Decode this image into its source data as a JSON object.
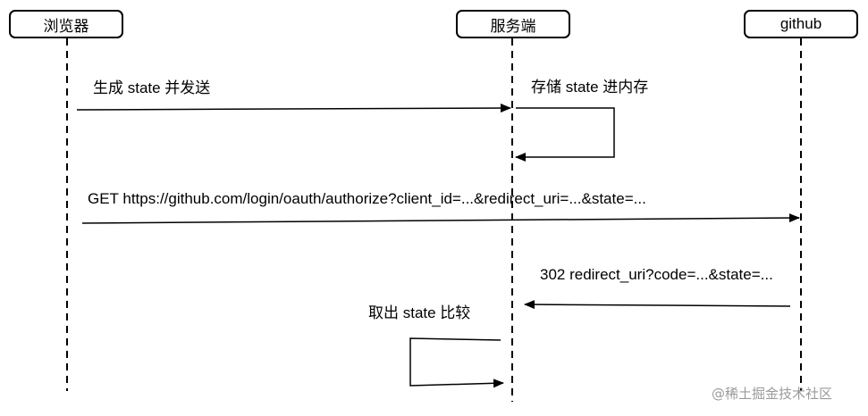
{
  "actors": {
    "browser": "浏览器",
    "server": "服务端",
    "github": "github"
  },
  "messages": {
    "m1": "生成 state 并发送",
    "m2": "存储 state 进内存",
    "m3": "GET https://github.com/login/oauth/authorize?client_id=...&redirect_uri=...&state=...",
    "m4": "302 redirect_uri?code=...&state=...",
    "m5": "取出 state 比较"
  },
  "watermark": "@稀土掘金技术社区"
}
